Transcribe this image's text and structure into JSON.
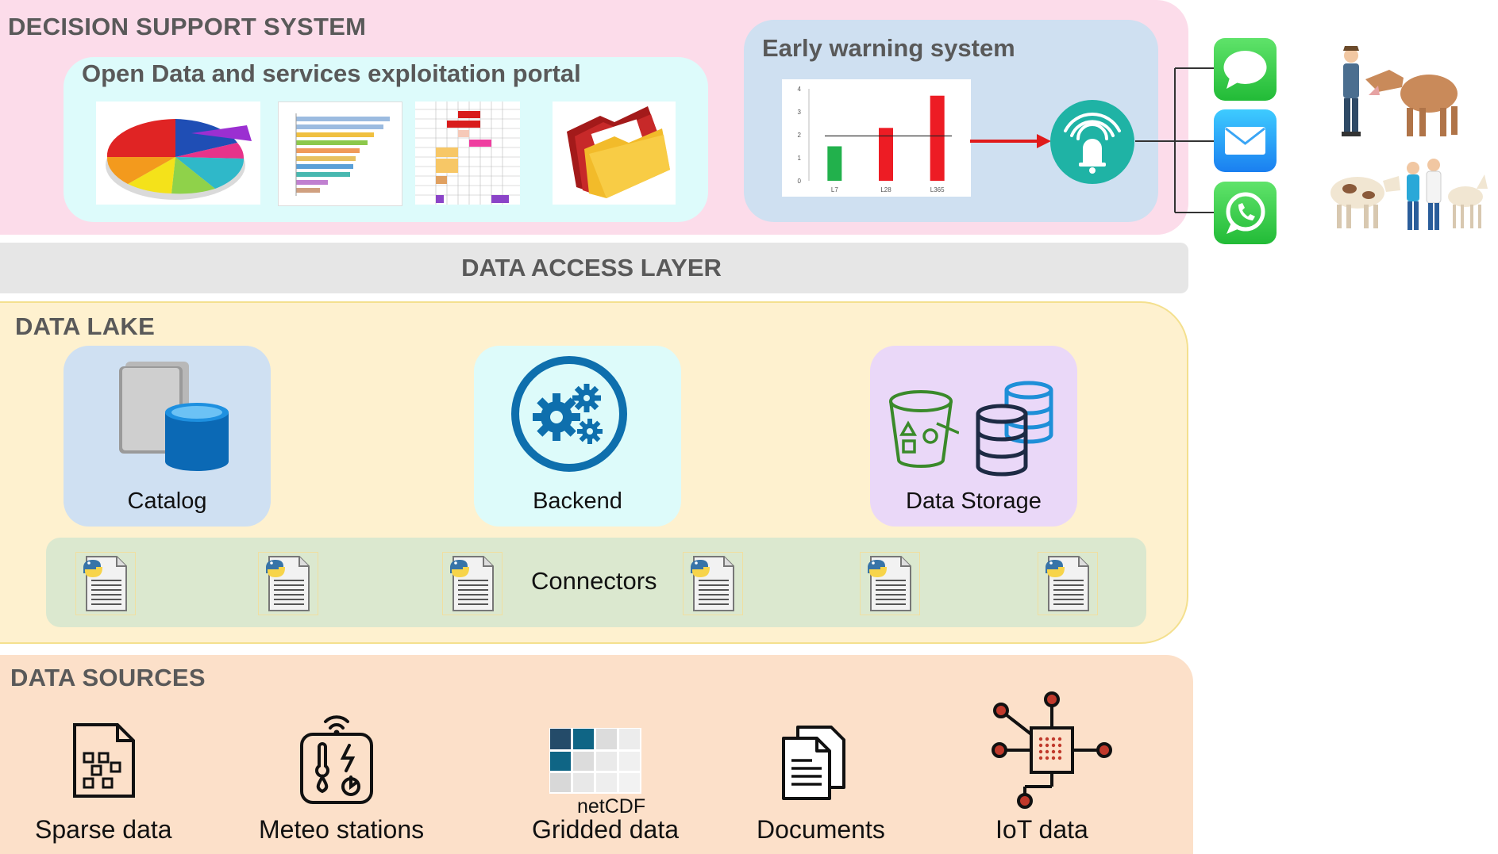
{
  "dss": {
    "title": "DECISION SUPPORT SYSTEM",
    "portal_title": "Open Data and services exploitation portal",
    "ews_title": "Early warning system"
  },
  "ews_chart": {
    "type": "bar",
    "categories": [
      "L7",
      "L28",
      "L365"
    ],
    "values": [
      1.5,
      2.3,
      3.7
    ],
    "threshold": 1.95,
    "ylim": [
      0,
      4
    ],
    "yticks": [
      "0",
      "1",
      "2",
      "3",
      "4"
    ],
    "colors": [
      "#22b14c",
      "#ed1c24",
      "#ed1c24"
    ]
  },
  "alert_channels": [
    "messages-icon",
    "mail-icon",
    "whatsapp-icon"
  ],
  "access_layer": {
    "title": "DATA ACCESS LAYER"
  },
  "data_lake": {
    "title": "DATA LAKE",
    "catalog_label": "Catalog",
    "backend_label": "Backend",
    "storage_label": "Data Storage",
    "connectors_label": "Connectors"
  },
  "data_sources": {
    "title": "DATA SOURCES",
    "items": [
      {
        "label": "Sparse data",
        "icon": "sparse-data-icon"
      },
      {
        "label": "Meteo stations",
        "icon": "meteo-station-icon"
      },
      {
        "label": "Gridded data",
        "icon": "gridded-data-icon",
        "sublabel": "netCDF"
      },
      {
        "label": "Documents",
        "icon": "documents-icon"
      },
      {
        "label": "IoT data",
        "icon": "iot-icon"
      }
    ]
  },
  "colors": {
    "dss_bg": "#fcdcea",
    "portal_bg": "#ddfbfb",
    "ews_bg": "#cfe0f1",
    "access_bg": "#e6e6e6",
    "lake_bg": "#fef1cf",
    "connectors_bg": "#dbe8cf",
    "sources_bg": "#fce0c9",
    "accent_blue": "#0e6fad",
    "alarm_teal": "#1fb3a5"
  }
}
